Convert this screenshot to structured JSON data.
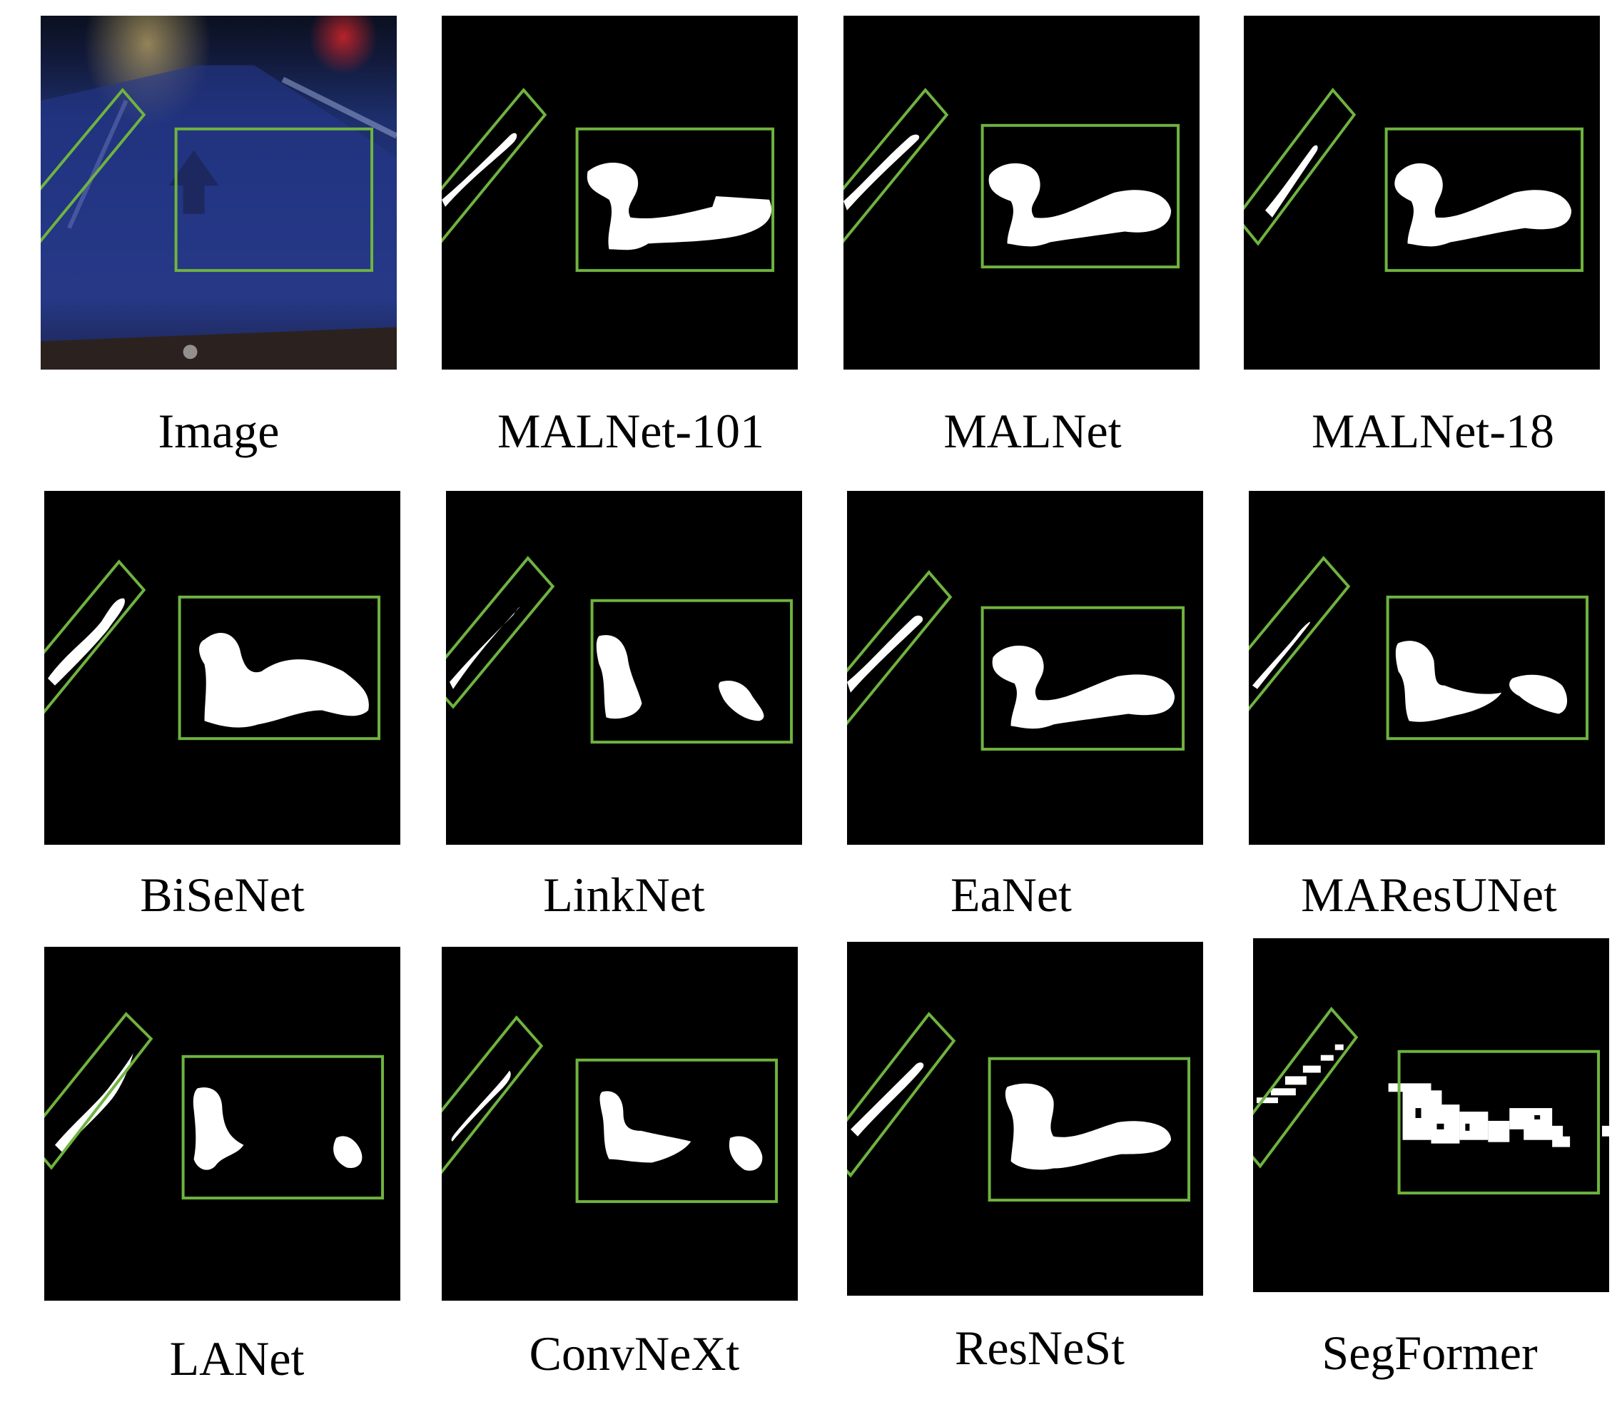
{
  "figure": {
    "highlight_color": "#6fb33f",
    "panels": [
      {
        "id": "image",
        "caption": "Image",
        "kind": "photo"
      },
      {
        "id": "malnet-101",
        "caption": "MALNet-101",
        "kind": "mask"
      },
      {
        "id": "malnet",
        "caption": "MALNet",
        "kind": "mask"
      },
      {
        "id": "malnet-18",
        "caption": "MALNet-18",
        "kind": "mask"
      },
      {
        "id": "bisenet",
        "caption": "BiSeNet",
        "kind": "mask"
      },
      {
        "id": "linknet",
        "caption": "LinkNet",
        "kind": "mask"
      },
      {
        "id": "eanet",
        "caption": "EaNet",
        "kind": "mask"
      },
      {
        "id": "maresunet",
        "caption": "MAResUNet",
        "kind": "mask"
      },
      {
        "id": "lanet",
        "caption": "LANet",
        "kind": "mask"
      },
      {
        "id": "convnext",
        "caption": "ConvNeXt",
        "kind": "mask"
      },
      {
        "id": "resnest",
        "caption": "ResNeSt",
        "kind": "mask"
      },
      {
        "id": "segformer",
        "caption": "SegFormer",
        "kind": "mask"
      }
    ]
  }
}
